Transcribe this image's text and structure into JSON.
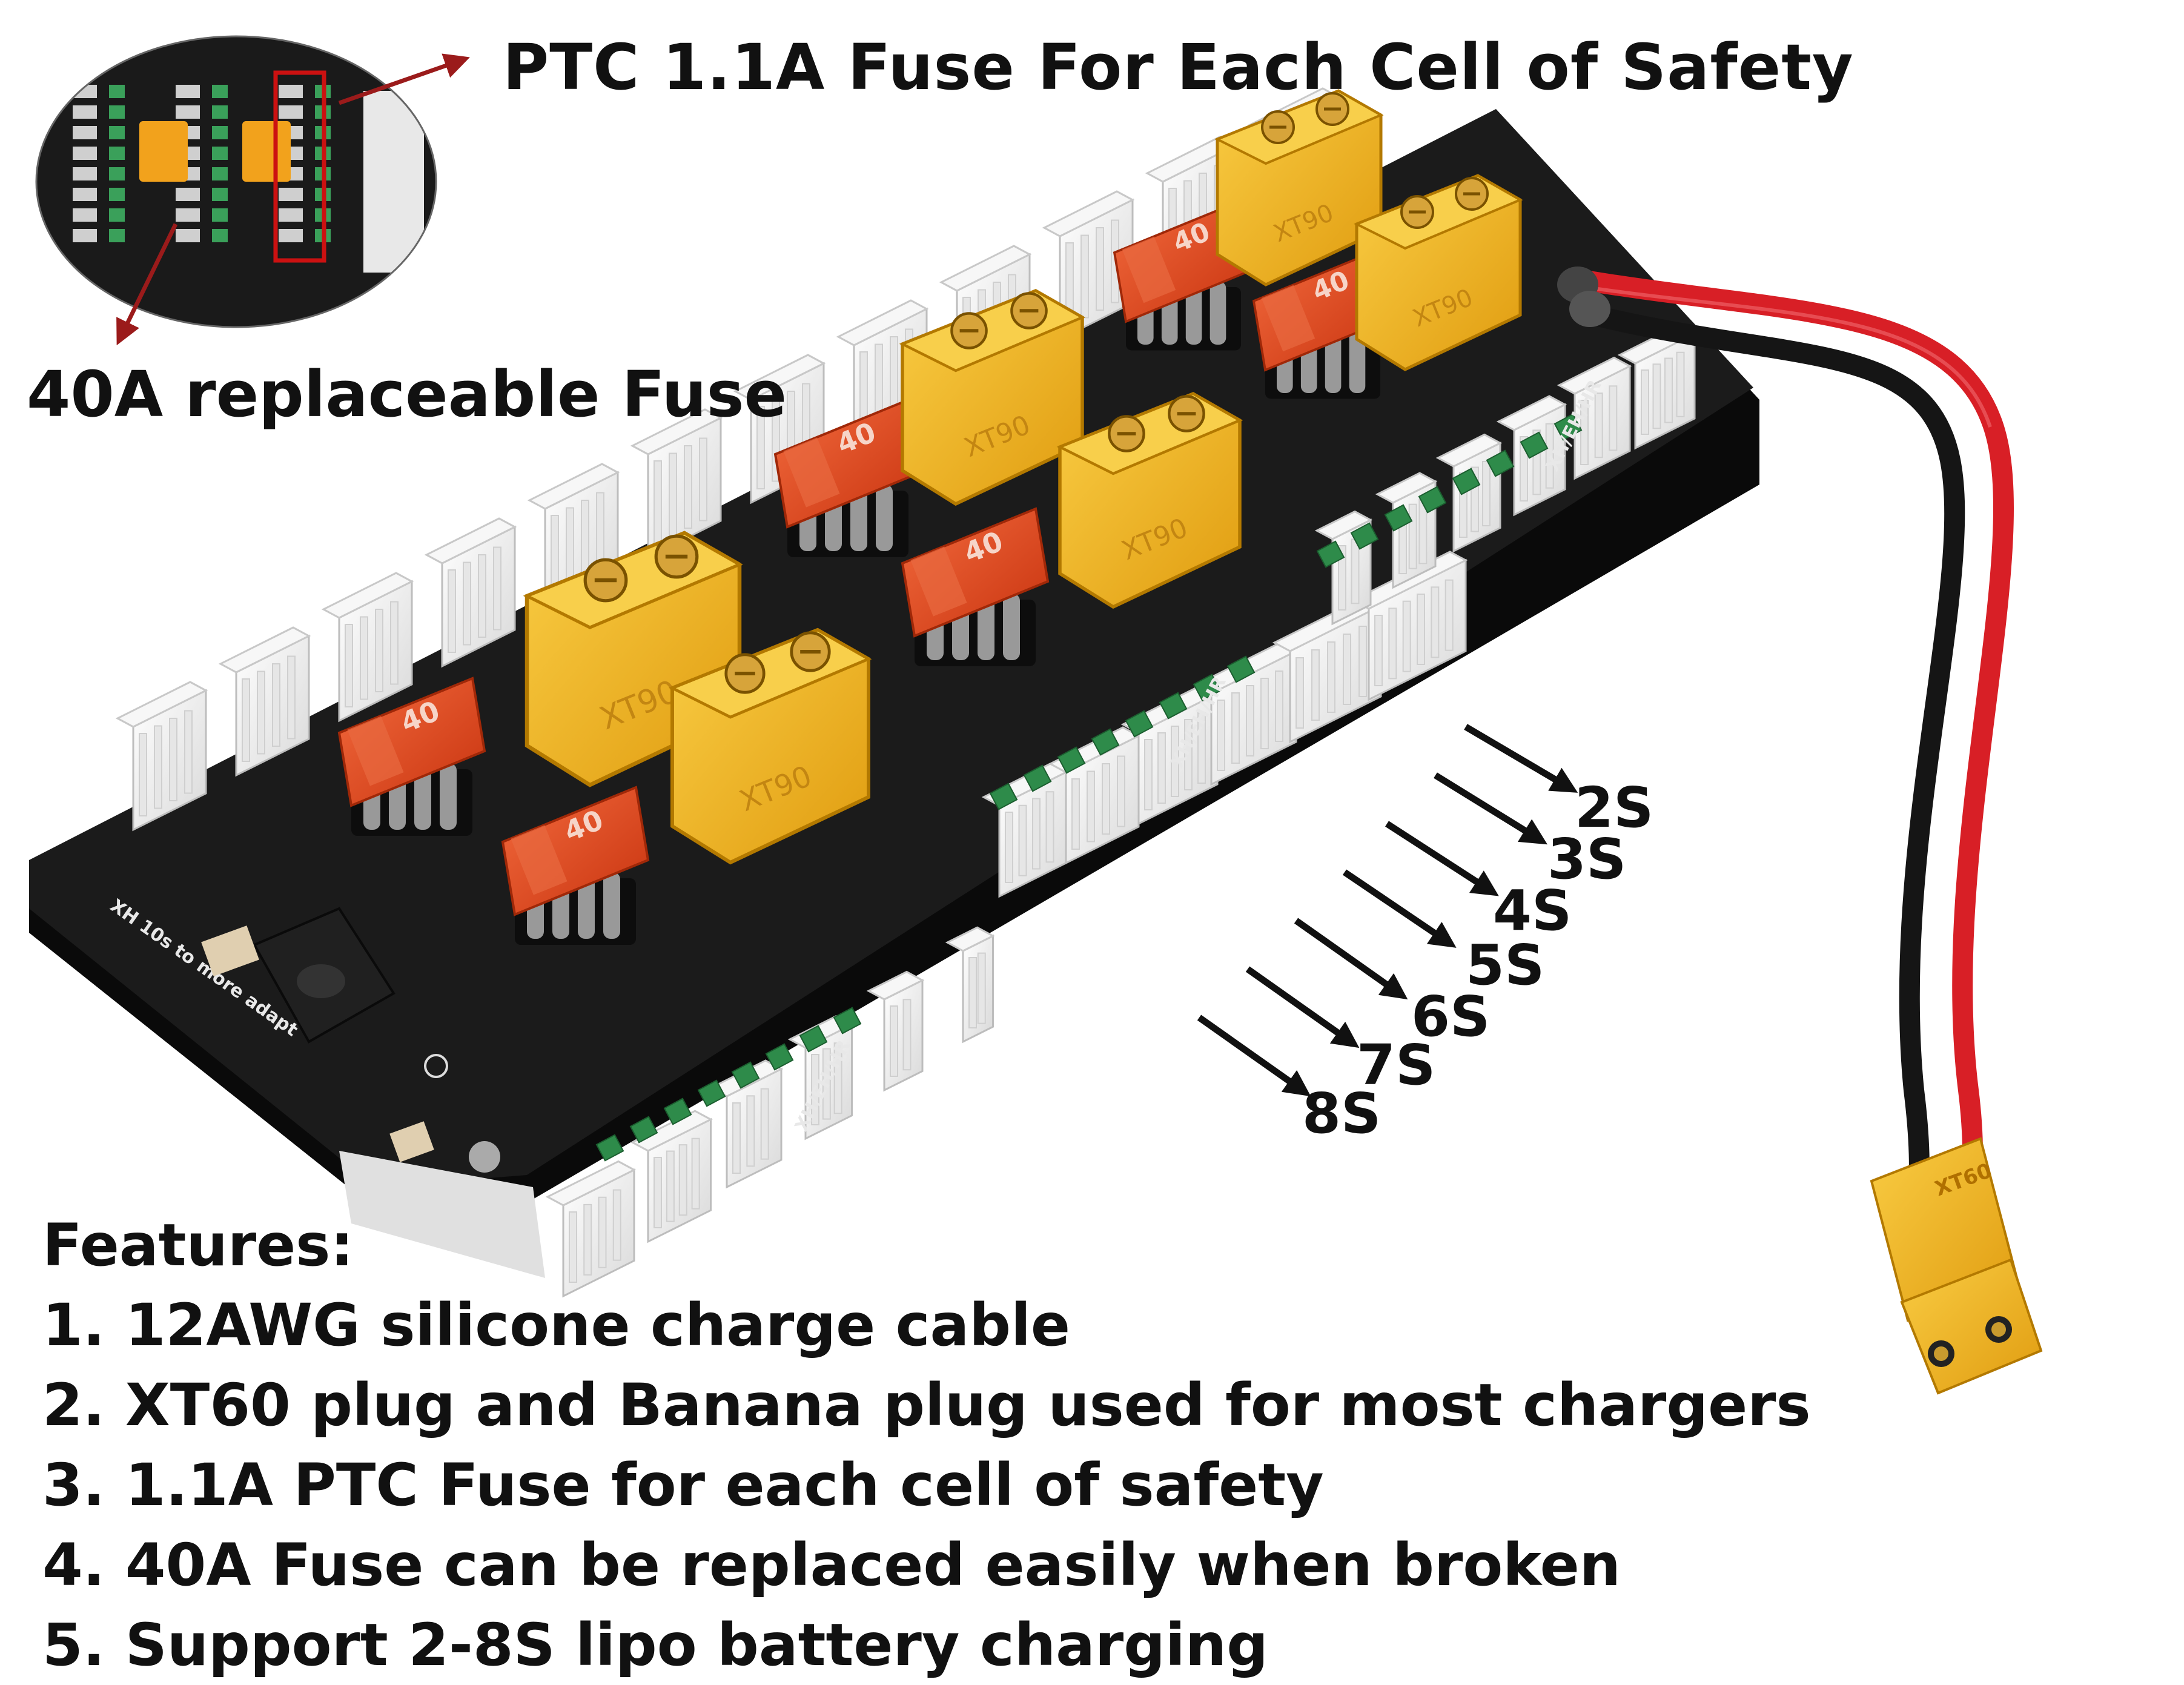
{
  "annotations": {
    "ptc_callout": "PTC 1.1A  Fuse For Each Cell of Safety",
    "fuse_callout": "40A replaceable Fuse"
  },
  "cell_labels": [
    "2S",
    "3S",
    "4S",
    "5S",
    "6S",
    "7S",
    "8S"
  ],
  "features": {
    "title": "Features:",
    "items": [
      "1. 12AWG silicone charge cable",
      "2. XT60 plug and Banana plug used for most chargers",
      "3. 1.1A PTC Fuse for each cell of safety",
      "4. 40A Fuse can be replaced easily when broken",
      "5. Support  2-8S  lipo battery charging"
    ]
  },
  "board_markings": {
    "fuse_rating": "40",
    "connector_row_label": "XH/EH/HR",
    "connector_model": "XT90",
    "plug_model": "XT60",
    "adapter_note": "XH 10s to more adapt"
  },
  "colors": {
    "board": "#141414",
    "fuse": "#e2451f",
    "connector": "#f2b21c",
    "cable_red": "#d81f26",
    "cable_black": "#151515",
    "arrow": "#9b1b1b",
    "callout_box": "#cc1111"
  }
}
